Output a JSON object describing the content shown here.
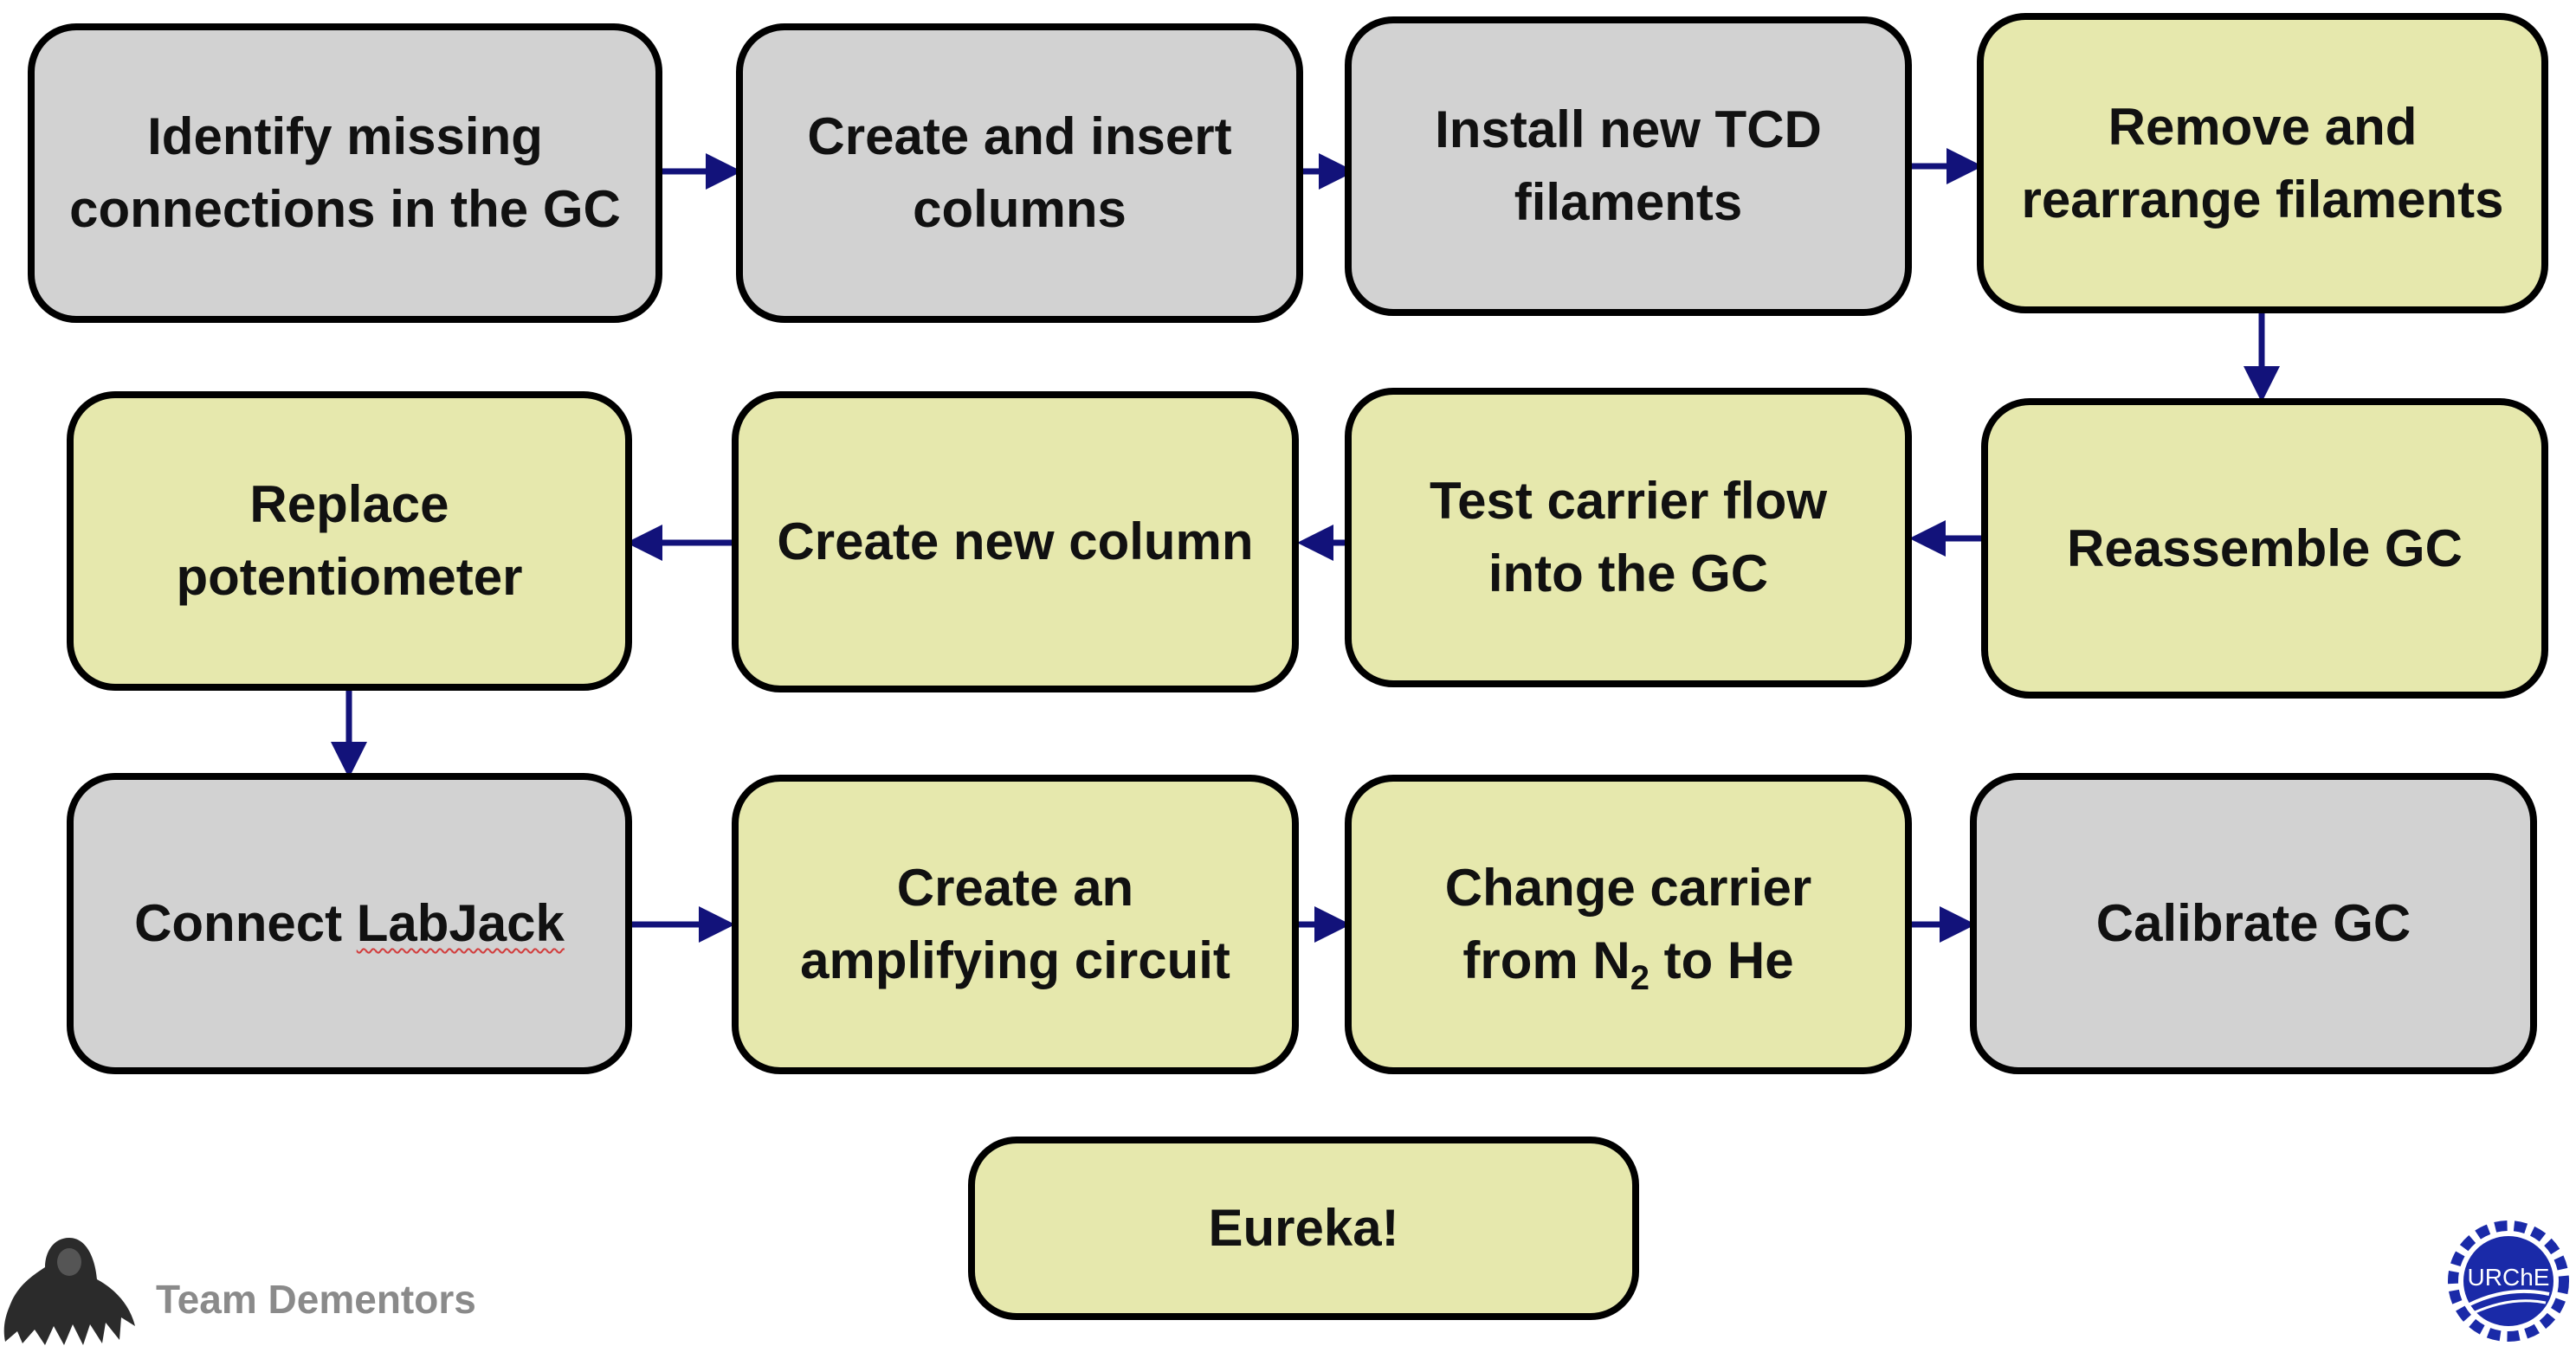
{
  "steps": {
    "s1": {
      "line1": "Identify missing",
      "line2": "connections in the GC"
    },
    "s2": {
      "line1": "Create and insert",
      "line2": "columns"
    },
    "s3": {
      "line1": "Install new TCD",
      "line2": "filaments"
    },
    "s4": {
      "line1": "Remove and",
      "line2": "rearrange filaments"
    },
    "s5": {
      "line1": "Reassemble GC"
    },
    "s6": {
      "line1": "Test carrier flow",
      "line2": "into the GC"
    },
    "s7": {
      "line1": "Create new column"
    },
    "s8": {
      "line1": "Replace",
      "line2": "potentiometer"
    },
    "s9": {
      "pre": "Connect ",
      "mark": "LabJack"
    },
    "s10": {
      "line1": "Create an",
      "line2": "amplifying circuit"
    },
    "s11": {
      "line1": "Change carrier",
      "line2_a": "from N",
      "line2_sub": "2",
      "line2_b": " to He"
    },
    "s12": {
      "line1": "Calibrate GC"
    },
    "s13": {
      "line1": "Eureka!"
    }
  },
  "footer": {
    "team_name": "Team Dementors",
    "logo_text": "URChE"
  },
  "colors": {
    "gray_box": "#d2d2d2",
    "yellow_box": "#e6e8ad",
    "arrow": "#12127a",
    "border": "#000000"
  },
  "icons": {
    "team": "dementor-icon",
    "logo": "urche-logo"
  }
}
